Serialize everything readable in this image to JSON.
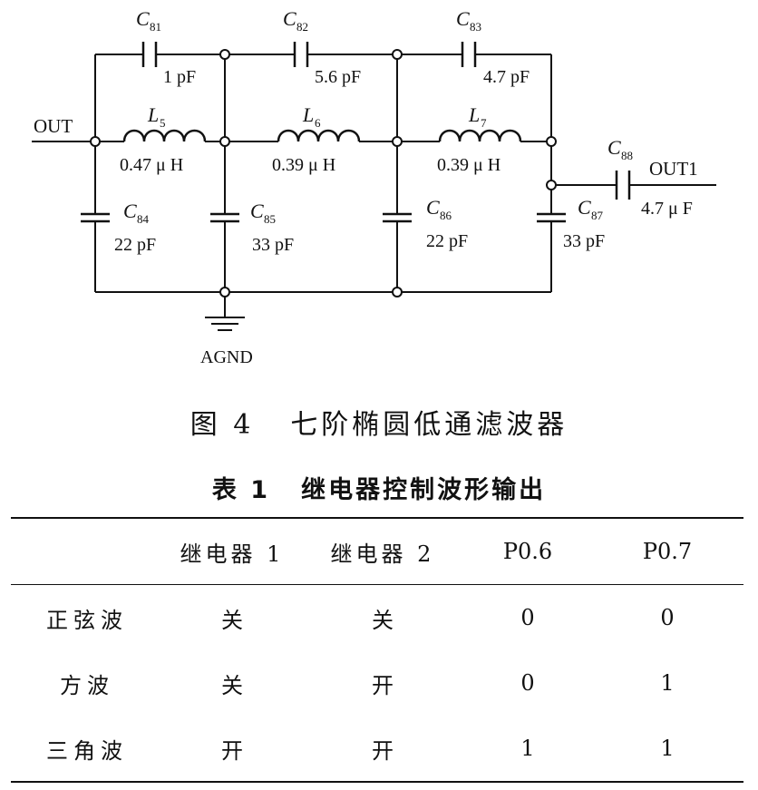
{
  "schematic": {
    "terminals": {
      "in": "OUT",
      "out": "OUT1",
      "ground": "AGND"
    },
    "components": [
      {
        "id": "C81",
        "label_main": "C",
        "label_sub": "81",
        "value": "1 pF"
      },
      {
        "id": "C82",
        "label_main": "C",
        "label_sub": "82",
        "value": "5.6 pF"
      },
      {
        "id": "C83",
        "label_main": "C",
        "label_sub": "83",
        "value": "4.7 pF"
      },
      {
        "id": "L5",
        "label_main": "L",
        "label_sub": "5",
        "value": "0.47 μ H"
      },
      {
        "id": "L6",
        "label_main": "L",
        "label_sub": "6",
        "value": "0.39 μ H"
      },
      {
        "id": "L7",
        "label_main": "L",
        "label_sub": "7",
        "value": "0.39 μ H"
      },
      {
        "id": "C84",
        "label_main": "C",
        "label_sub": "84",
        "value": "22 pF"
      },
      {
        "id": "C85",
        "label_main": "C",
        "label_sub": "85",
        "value": "33 pF"
      },
      {
        "id": "C86",
        "label_main": "C",
        "label_sub": "86",
        "value": "22 pF"
      },
      {
        "id": "C87",
        "label_main": "C",
        "label_sub": "87",
        "value": "33 pF"
      },
      {
        "id": "C88",
        "label_main": "C",
        "label_sub": "88",
        "value": "4.7 μ F"
      }
    ]
  },
  "figure_caption": {
    "number": "图 4",
    "title": "七阶椭圆低通滤波器"
  },
  "table_caption": {
    "number": "表 1",
    "title": "继电器控制波形输出"
  },
  "table": {
    "headers": [
      "",
      "继电器 1",
      "继电器 2",
      "P0.6",
      "P0.7"
    ],
    "rows": [
      [
        "正弦波",
        "关",
        "关",
        "0",
        "0"
      ],
      [
        "方波",
        "关",
        "开",
        "0",
        "1"
      ],
      [
        "三角波",
        "开",
        "开",
        "1",
        "1"
      ]
    ]
  }
}
